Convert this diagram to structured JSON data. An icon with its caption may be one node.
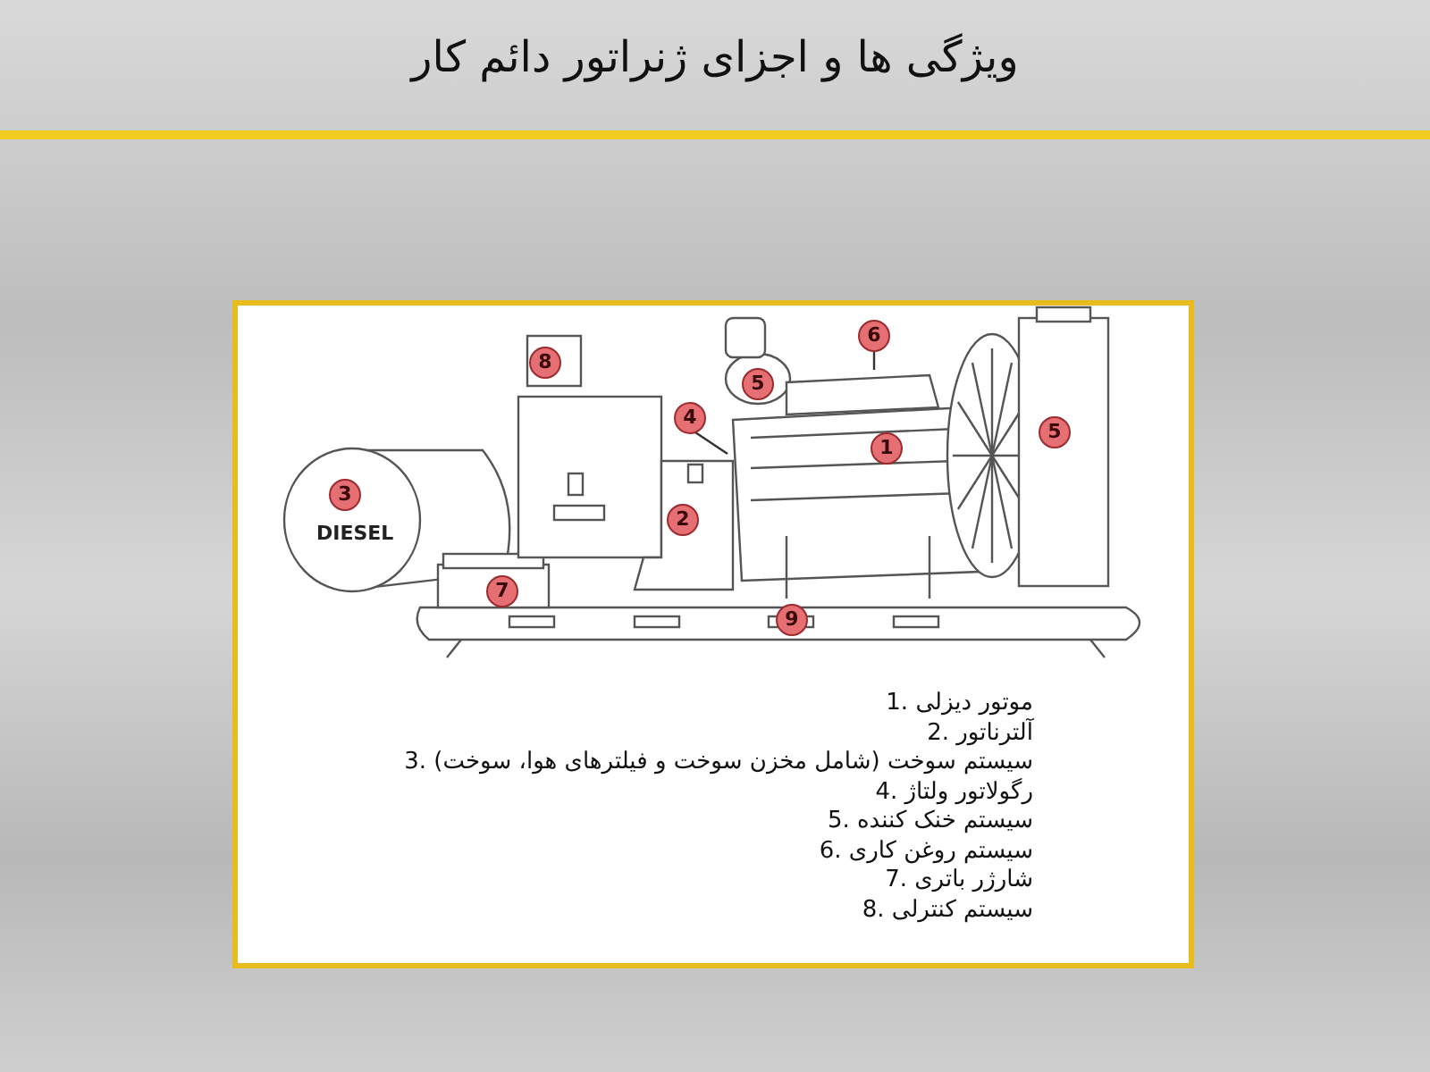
{
  "diagram": {
    "title": "ویژگی ها و اجزای ژنراتور دائم کار",
    "nodes": [
      {
        "text": [
          "8"
        ]
      },
      {
        "text": [
          "6"
        ]
      },
      {
        "text": [
          "5"
        ]
      },
      {
        "text": [
          "4"
        ]
      },
      {
        "text": [
          "1"
        ]
      },
      {
        "text": [
          "5"
        ]
      },
      {
        "text": [
          "3"
        ]
      },
      {
        "text": [
          "2"
        ]
      },
      {
        "text": [
          "7"
        ]
      },
      {
        "text": [
          "9"
        ]
      }
    ],
    "edges": [
      {
        "from": 3,
        "to": null,
        "arrow": "none"
      },
      {
        "from": 1,
        "to": null,
        "arrow": "none"
      }
    ],
    "labels": [
      "DIESEL",
      "1. موتور دیزلی",
      "2. آلترناتور",
      "3. سیستم سوخت (شامل مخزن سوخت و فیلترهای هوا، سوخت)",
      "4. رگولاتور ولتاژ",
      "5. سیستم خنک کننده",
      "6. سیستم روغن کاری",
      "7. شارژر باتری",
      "8. سیستم کنترلی"
    ]
  }
}
